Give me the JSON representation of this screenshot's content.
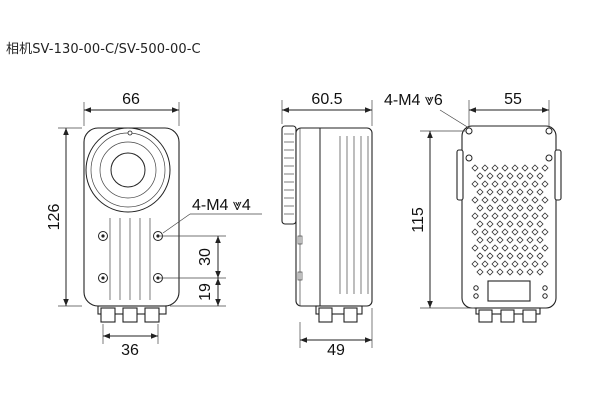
{
  "title": "相机SV-130-00-C/SV-500-00-C",
  "dimensions": {
    "front_width": "66",
    "front_height": "126",
    "front_hole_label": "4-M4 ⩔4",
    "front_hole_spacing": "30",
    "front_hole_offset": "19",
    "front_bottom_width": "36",
    "side_depth": "60.5",
    "side_bottom_depth": "49",
    "back_hole_label": "4-M4 ⩔6",
    "back_width": "55",
    "back_height": "115"
  }
}
